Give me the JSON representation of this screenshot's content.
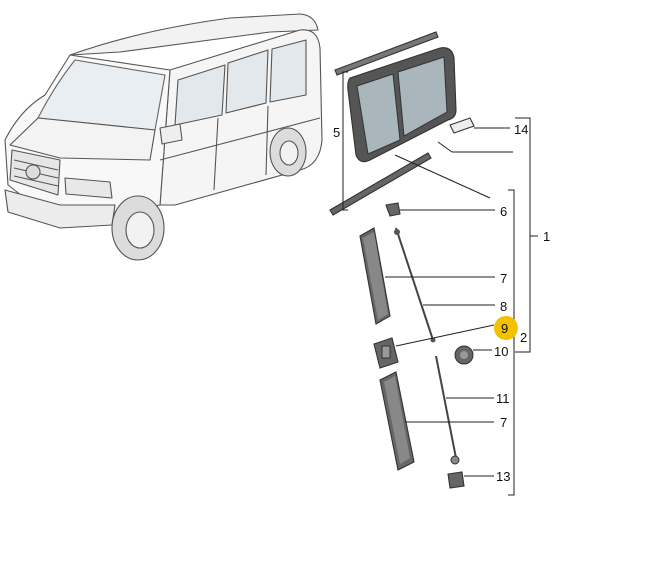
{
  "diagram": {
    "callouts": {
      "c1": "1",
      "c2": "2",
      "c5": "5",
      "c6": "6",
      "c7a": "7",
      "c8": "8",
      "c9": "9",
      "c10": "10",
      "c11": "11",
      "c7b": "7",
      "c13": "13",
      "c14": "14"
    },
    "highlight": {
      "label": "9",
      "color": "#f2c100"
    }
  }
}
